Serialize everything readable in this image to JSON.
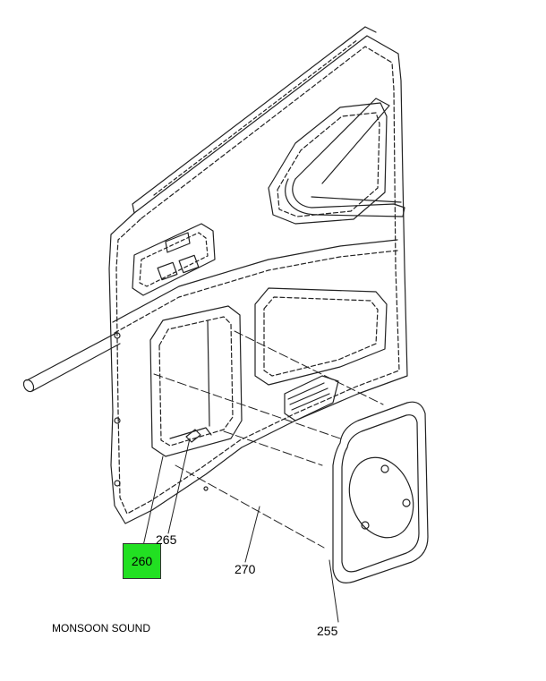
{
  "diagram": {
    "callouts": [
      {
        "id": "255",
        "label": "255",
        "highlighted": false
      },
      {
        "id": "260",
        "label": "260",
        "highlighted": true
      },
      {
        "id": "265",
        "label": "265",
        "highlighted": false
      },
      {
        "id": "270",
        "label": "270",
        "highlighted": false
      }
    ],
    "caption": "MONSOON SOUND",
    "highlight_color": "#22e022"
  }
}
